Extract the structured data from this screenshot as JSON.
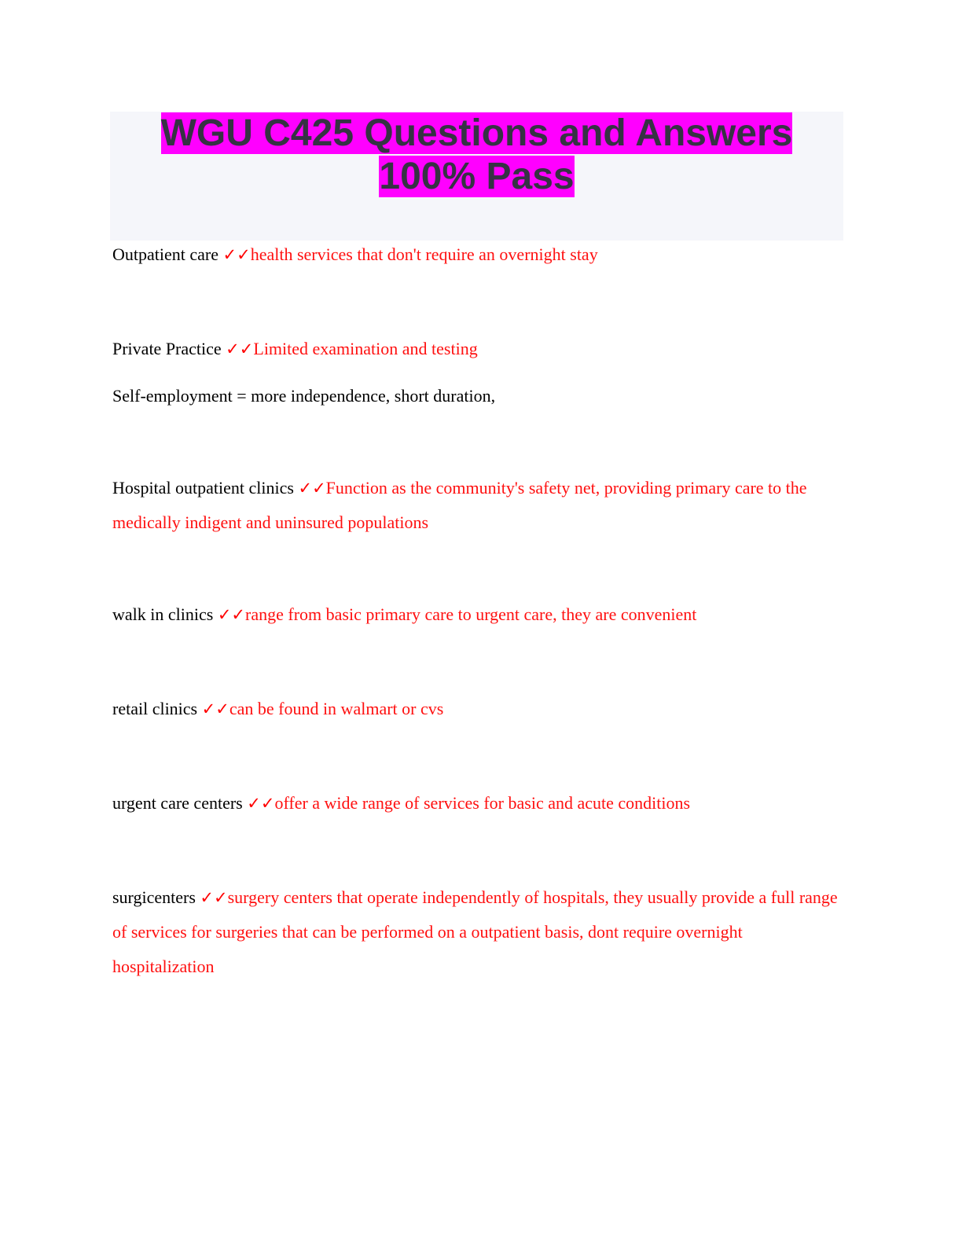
{
  "document": {
    "title_line1": "WGU C425 Questions and Answers",
    "title_line2": "100% Pass",
    "check_mark": "✓✓",
    "highlight_color": "#ff00ff",
    "answer_color": "#ff0000"
  },
  "entries": [
    {
      "term": "Outpatient care",
      "answer": "health services that don't require an overnight stay"
    },
    {
      "term": "Private Practice",
      "answer": "Limited examination and testing"
    },
    {
      "note": "Self-employment = more independence, short duration,"
    },
    {
      "term": "Hospital outpatient clinics",
      "answer": "Function as the community's safety net, providing primary care to the medically indigent and uninsured populations"
    },
    {
      "term": "walk in clinics",
      "answer": "range from basic primary care to urgent care, they are convenient"
    },
    {
      "term": "retail clinics",
      "answer": "can be found in walmart or cvs"
    },
    {
      "term": "urgent care centers",
      "answer": "offer a wide range of services for basic and acute conditions"
    },
    {
      "term": "surgicenters",
      "answer": "surgery centers that operate independently of hospitals, they usually provide a full range of services for surgeries that can be performed on a outpatient basis, dont require overnight hospitalization"
    }
  ]
}
